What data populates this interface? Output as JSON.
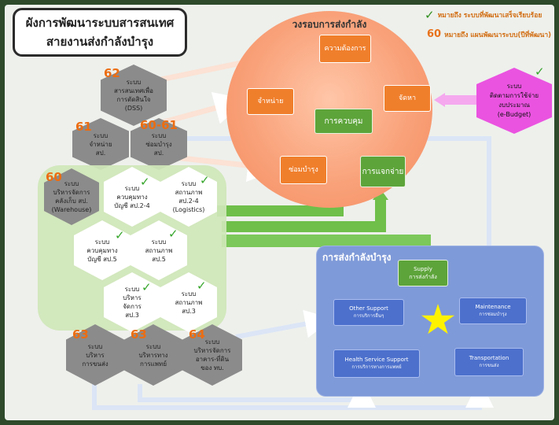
{
  "title": {
    "line1": "ผังการพัฒนาระบบสารสนเทศ",
    "line2": "สายงานส่งกำลังบำรุง"
  },
  "legend": {
    "done_text": "หมายถึง ระบบที่พัฒนาเสร็จเรียบร้อย",
    "plan_num": "60",
    "plan_text": "หมายถึง แผนพัฒนาระบบ(ปีที่พัฒนา)"
  },
  "cycle": {
    "title": "วงรอบการส่งกำลัง",
    "need": "ความต้องการ",
    "procure": "จัดหา",
    "distribute": "จำหน่าย",
    "maintain": "ซ่อมบำรุง",
    "control": "การควบคุม",
    "dispatch": "การแจกจ่าย"
  },
  "budget": {
    "line1": "ระบบ",
    "line2": "ติดตามการใช้จ่าย",
    "line3": "งบประมาณ",
    "line4": "(e-Budget)"
  },
  "systems": {
    "dss": {
      "badge": "62",
      "l1": "ระบบ",
      "l2": "สารสนเทศเพื่อ",
      "l3": "การตัดสินใจ",
      "l4": "(DSS)"
    },
    "distribution": {
      "badge": "61",
      "l1": "ระบบ",
      "l2": "จำหน่าย",
      "l3": "สป."
    },
    "repair": {
      "badge": "60-61",
      "l1": "ระบบ",
      "l2": "ซ่อมบำรุง",
      "l3": "สป."
    },
    "warehouse": {
      "badge": "60",
      "l1": "ระบบ",
      "l2": "บริหารจัดการ",
      "l3": "คลังเก็บ สป.",
      "l4": "(Warehouse)"
    },
    "acc24": {
      "l1": "ระบบ",
      "l2": "ควบคุมทาง",
      "l3": "บัญชี สป.2-4"
    },
    "stat24": {
      "l1": "ระบบ",
      "l2": "สถานภาพ",
      "l3": "สป.2-4",
      "l4": "(Logistics)"
    },
    "acc5": {
      "l1": "ระบบ",
      "l2": "ควบคุมทาง",
      "l3": "บัญชี สป.5"
    },
    "stat5": {
      "l1": "ระบบ",
      "l2": "สถานภาพ",
      "l3": "สป.5"
    },
    "mgmt3": {
      "l1": "ระบบ",
      "l2": "บริหาร",
      "l3": "จัดการ",
      "l4": "สป.3"
    },
    "stat3": {
      "l1": "ระบบ",
      "l2": "สถานภาพ",
      "l3": "สป.3"
    },
    "transport": {
      "badge": "63",
      "l1": "ระบบ",
      "l2": "บริหาร",
      "l3": "การขนส่ง"
    },
    "medical": {
      "badge": "63",
      "l1": "ระบบ",
      "l2": "บริหารทาง",
      "l3": "การแพทย์"
    },
    "facility": {
      "badge": "64",
      "l1": "ระบบ",
      "l2": "บริหารจัดการ",
      "l3": "อาคาร-ที่ดิน",
      "l4": "ของ ทบ."
    }
  },
  "support": {
    "title": "การส่งกำลังบำรุง",
    "supply": {
      "en": "Supply",
      "th": "การส่งกำลัง"
    },
    "other": {
      "en": "Other Support",
      "th": "การบริการอื่นๆ"
    },
    "maintenance": {
      "en": "Maintenance",
      "th": "การซ่อมบำรุง"
    },
    "health": {
      "en": "Health Service Support",
      "th": "การบริการทางการแพทย์"
    },
    "transportation": {
      "en": "Transportation",
      "th": "การขนส่ง"
    }
  },
  "check_glyph": "✓",
  "colors": {
    "orange": "#f07f2c",
    "green": "#5da43a",
    "blue": "#4c70cc",
    "pink": "#ea53e0",
    "badge": "#ec6d12",
    "check": "#35a52a"
  }
}
